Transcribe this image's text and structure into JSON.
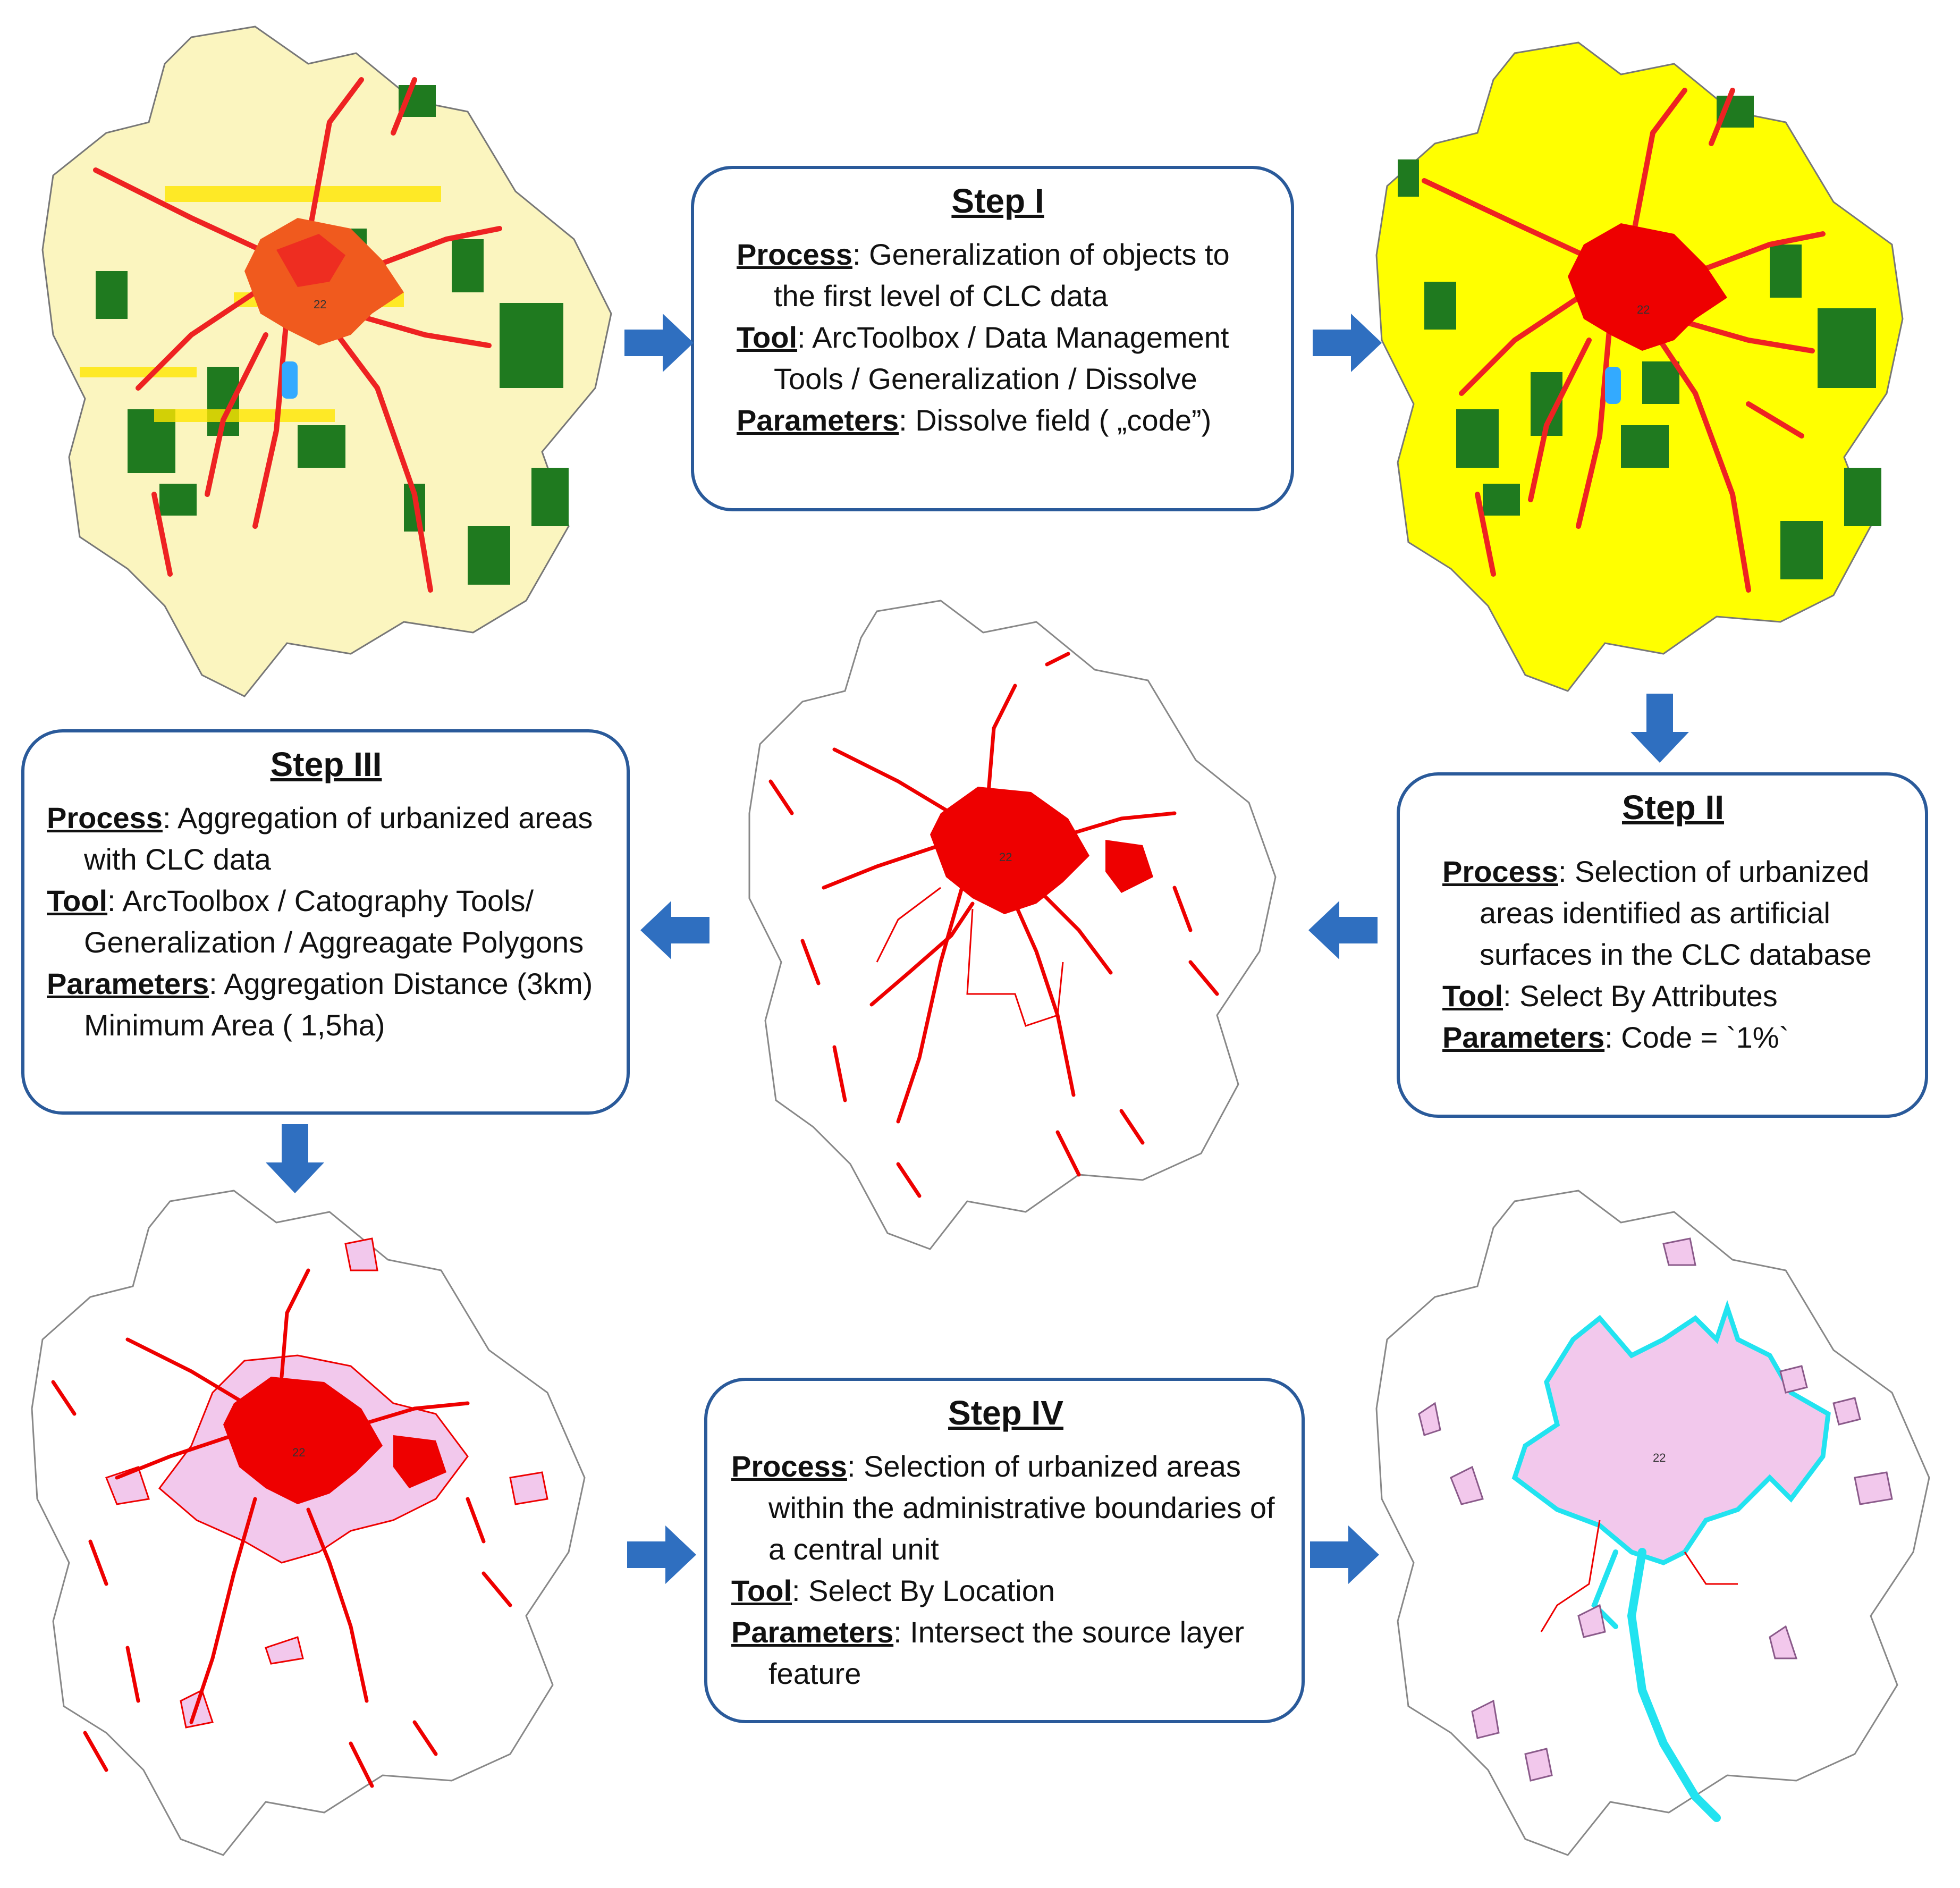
{
  "steps": {
    "s1": {
      "title": "Step I",
      "process_label": "Process",
      "process": "Generalization of objects to the first level of CLC data",
      "tool_label": "Tool",
      "tool": "ArcToolbox / Data Management Tools / Generalization / Dissolve",
      "parameters_label": "Parameters",
      "parameters": "Dissolve field ( „code”)"
    },
    "s2": {
      "title": "Step II",
      "process_label": "Process",
      "process": "Selection of urbanized areas identified as artificial surfaces in the CLC database",
      "tool_label": "Tool",
      "tool": "Select By Attributes",
      "parameters_label": "Parameters",
      "parameters": "Code = `1%`"
    },
    "s3": {
      "title": "Step III",
      "process_label": "Process",
      "process": "Aggregation of urbanized areas with CLC data",
      "tool_label": "Tool",
      "tool": "ArcToolbox / Catography Tools/ Generalization / Aggreagate Polygons",
      "parameters_label": "Parameters",
      "parameters": "Aggregation Distance (3km) Minimum Area ( 1,5ha)"
    },
    "s4": {
      "title": "Step IV",
      "process_label": "Process",
      "process": "Selection of urbanized areas within the administrative boundaries of a central unit",
      "tool_label": "Tool",
      "tool": "Select By Location",
      "parameters_label": "Parameters",
      "parameters": "Intersect the source layer feature"
    }
  },
  "map_label": "22",
  "colors": {
    "box_border": "#2a5a9a",
    "arrow": "#2f6fc0",
    "urban": "#ee0000",
    "urban_orange": "#f05a1e",
    "agri_light": "#fbf5bf",
    "agri_yellow": "#ffff00",
    "forest": "#1f7a1f",
    "water": "#33aaff",
    "aggregate": "#f2c8ec",
    "selection": "#22e3f0"
  }
}
